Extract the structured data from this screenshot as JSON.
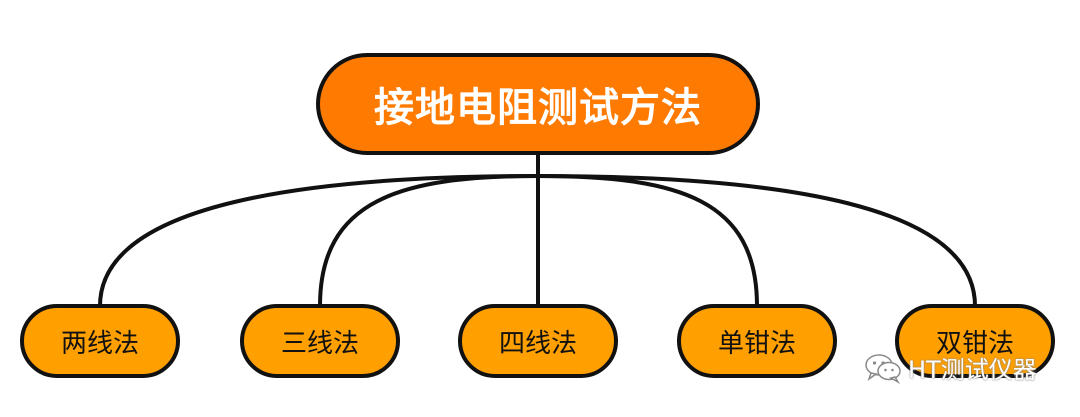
{
  "diagram": {
    "root": {
      "label": "接地电阻测试方法",
      "fill": "#ff7a00",
      "text_color": "#ffffff"
    },
    "children": [
      {
        "label": "两线法"
      },
      {
        "label": "三线法"
      },
      {
        "label": "四线法"
      },
      {
        "label": "单钳法"
      },
      {
        "label": "双钳法"
      }
    ],
    "child_fill": "#ff9f00",
    "connector_color": "#111111"
  },
  "watermark": {
    "icon": "wechat-icon",
    "text": "HT测试仪器"
  }
}
